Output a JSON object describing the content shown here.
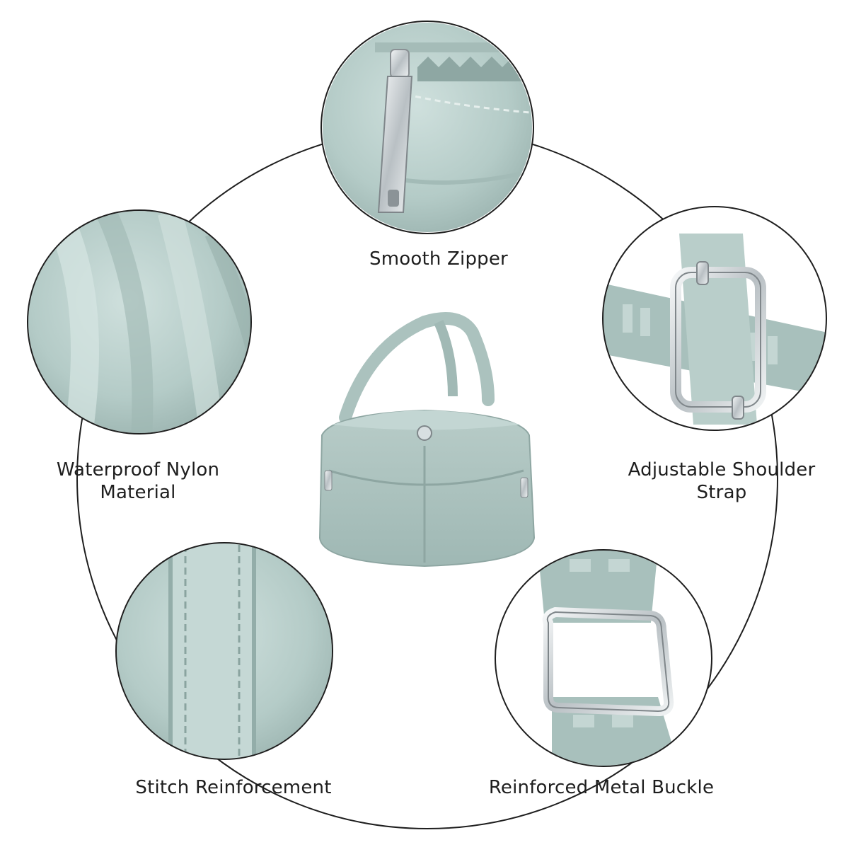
{
  "colors": {
    "background": "#ffffff",
    "fabric_light": "#c2d5d2",
    "fabric_mid": "#a9c1bd",
    "fabric_dark": "#8fa9a5",
    "metal": "#d9dde0",
    "outline": "#1e1e1e"
  },
  "features": {
    "zipper": {
      "label": "Smooth Zipper",
      "icon": "zipper-closeup"
    },
    "nylon": {
      "line1": "Waterproof Nylon",
      "line2": "Material",
      "icon": "nylon-fabric-closeup"
    },
    "strap": {
      "line1": "Adjustable Shoulder",
      "line2": "Strap",
      "icon": "strap-slider-closeup"
    },
    "stitch": {
      "label": "Stitch Reinforcement",
      "icon": "stitch-closeup"
    },
    "buckle": {
      "label": "Reinforced Metal Buckle",
      "icon": "metal-buckle-closeup"
    }
  },
  "product": {
    "icon": "crossbody-bag"
  }
}
